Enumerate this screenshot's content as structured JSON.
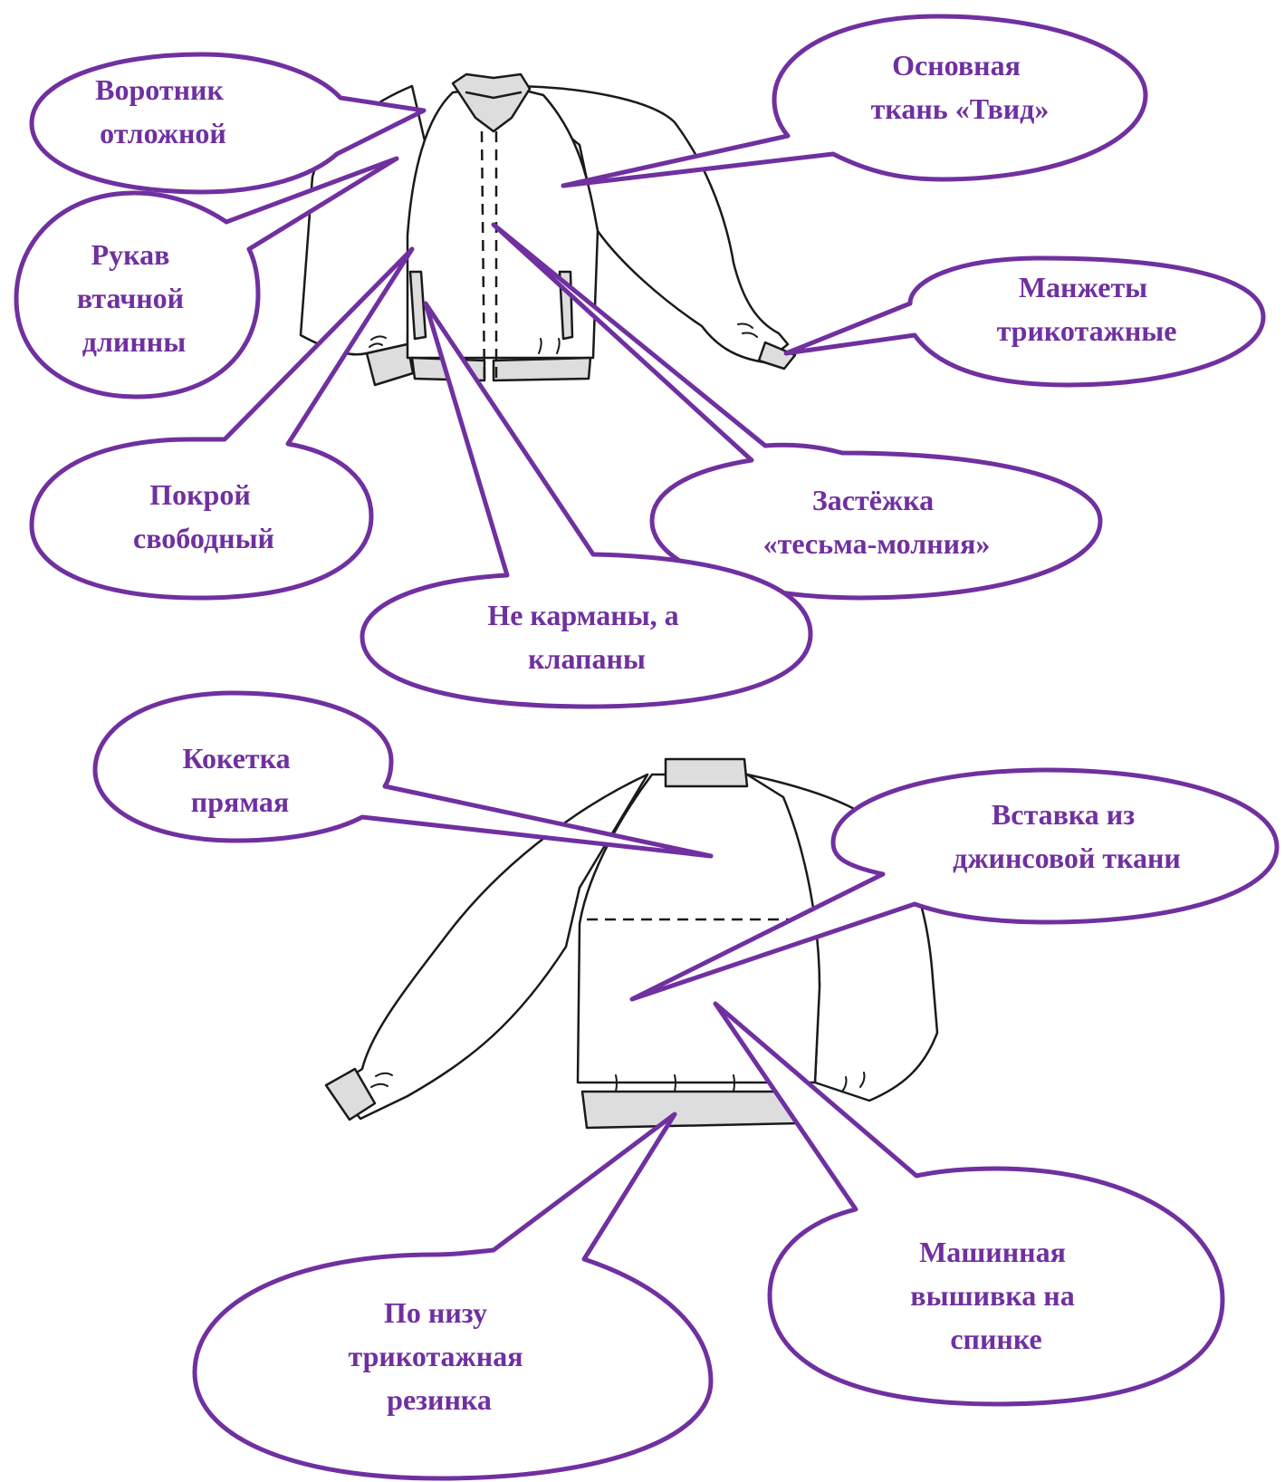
{
  "colors": {
    "callout": "#7030a0",
    "outline": "#1a1a1a",
    "band_fill": "#dddddd"
  },
  "front_view": {
    "callouts": [
      {
        "id": "collar",
        "lines": [
          "Воротник",
          "отложной"
        ]
      },
      {
        "id": "sleeve",
        "lines": [
          "Рукав",
          "втачной",
          "длинны"
        ]
      },
      {
        "id": "fabric",
        "lines": [
          "Основная",
          "ткань «Твид»"
        ]
      },
      {
        "id": "cuffs",
        "lines": [
          "Манжеты",
          "трикотажные"
        ]
      },
      {
        "id": "cut",
        "lines": [
          "Покрой",
          "свободный"
        ]
      },
      {
        "id": "zipper",
        "lines": [
          "Застёжка",
          "«тесьма-молния»"
        ]
      },
      {
        "id": "flaps",
        "lines": [
          "Не карманы, а",
          "клапаны"
        ]
      }
    ]
  },
  "back_view": {
    "callouts": [
      {
        "id": "yoke",
        "lines": [
          "Кокетка",
          "прямая"
        ]
      },
      {
        "id": "denim",
        "lines": [
          "Вставка из",
          "джинсовой ткани"
        ]
      },
      {
        "id": "embroidery",
        "lines": [
          "Машинная",
          "вышивка на",
          "спинке"
        ]
      },
      {
        "id": "waistband",
        "lines": [
          "По низу",
          "трикотажная",
          "резинка"
        ]
      }
    ]
  }
}
